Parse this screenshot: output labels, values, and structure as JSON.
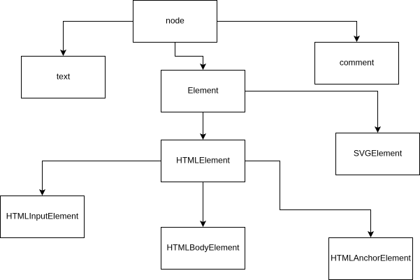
{
  "nodes": {
    "node": "node",
    "text": "text",
    "comment": "comment",
    "element": "Element",
    "svg_element": "SVGElement",
    "html_element": "HTMLElement",
    "html_input_element": "HTMLInputElement",
    "html_body_element": "HTMLBodyElement",
    "html_anchor_element": "HTMLAnchorElement"
  },
  "edges": [
    {
      "from": "node",
      "to": "text"
    },
    {
      "from": "node",
      "to": "element"
    },
    {
      "from": "node",
      "to": "comment"
    },
    {
      "from": "element",
      "to": "html_element"
    },
    {
      "from": "element",
      "to": "svg_element"
    },
    {
      "from": "html_element",
      "to": "html_input_element"
    },
    {
      "from": "html_element",
      "to": "html_body_element"
    },
    {
      "from": "html_element",
      "to": "html_anchor_element"
    }
  ]
}
